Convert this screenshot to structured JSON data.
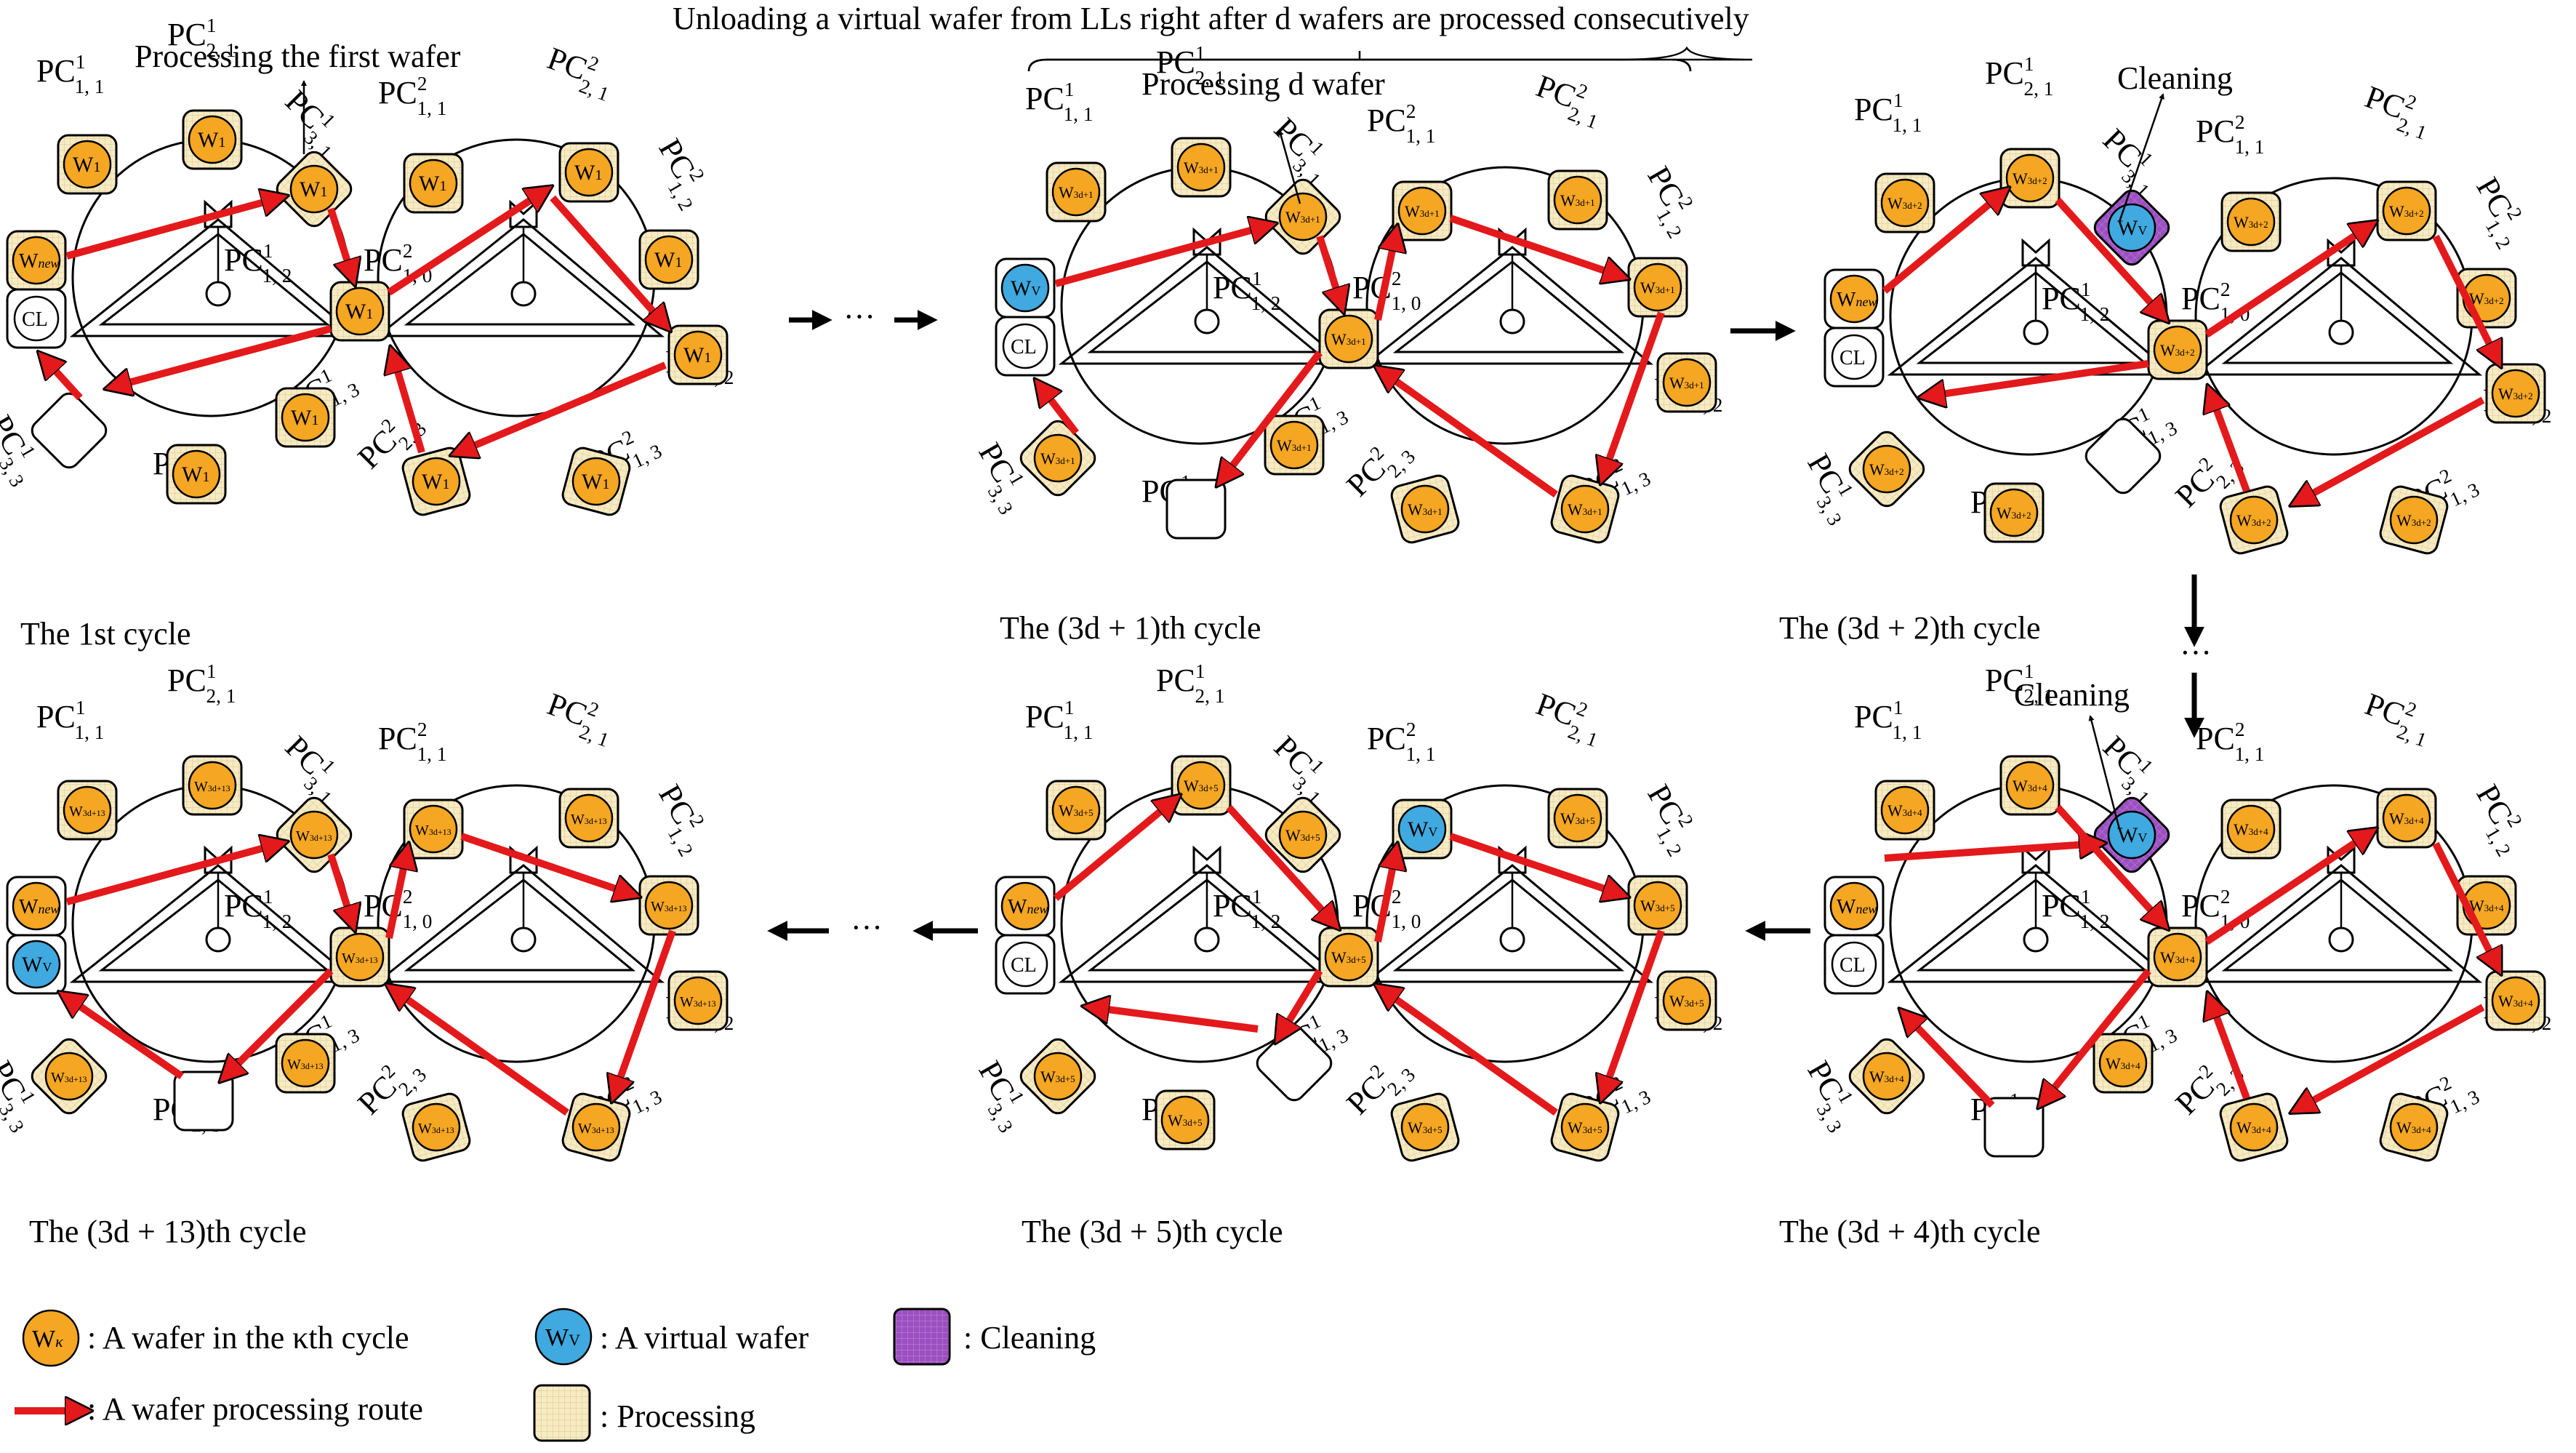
{
  "header": {
    "title": "Unloading a virtual wafer from LLs right after  d  wafers are processed consecutively",
    "proc_first": "Processing  the first wafer",
    "proc_d": "Processing d wafer",
    "cleaning": "Cleaning",
    "ellipsis": "···"
  },
  "captions": {
    "c1": "The 1st cycle",
    "c2": "The (3d + 1)th cycle",
    "c3": "The (3d + 2)th cycle",
    "c4": "The (3d + 13)th cycle",
    "c5": "The (3d + 5)th cycle",
    "c6": "The (3d + 4)th cycle"
  },
  "labels": {
    "pc": "PC",
    "cl": "CL",
    "w": "W",
    "new": "new",
    "v": "V",
    "one": "1",
    "sub_3d1": "3d+1",
    "sub_3d2": "3d+2",
    "sub_3d4": "3d+4",
    "sub_3d5": "3d+5",
    "sub_3d13": "3d+13",
    "s11": "1, 1",
    "s21": "2, 1",
    "s31": "3, 1",
    "s12": "1, 2",
    "s10": "1, 0",
    "s22": "2, 2",
    "s13": "1, 3",
    "s23": "2, 3",
    "s33": "3, 3",
    "sup1": "1",
    "sup2": "2"
  },
  "legend": {
    "wafer_k_sub": "κ",
    "wafer_k": ": A wafer in the κth cycle",
    "virtual": ": A virtual wafer",
    "cleaning": ": Cleaning",
    "route": ": A wafer processing route",
    "processing": ": Processing"
  },
  "colors": {
    "wafer": "#F5A623",
    "virtual_wafer": "#3FA9E0",
    "route": "#E3191C",
    "cleaning": "#9B4FC0",
    "processing": "#F7EBC3"
  }
}
